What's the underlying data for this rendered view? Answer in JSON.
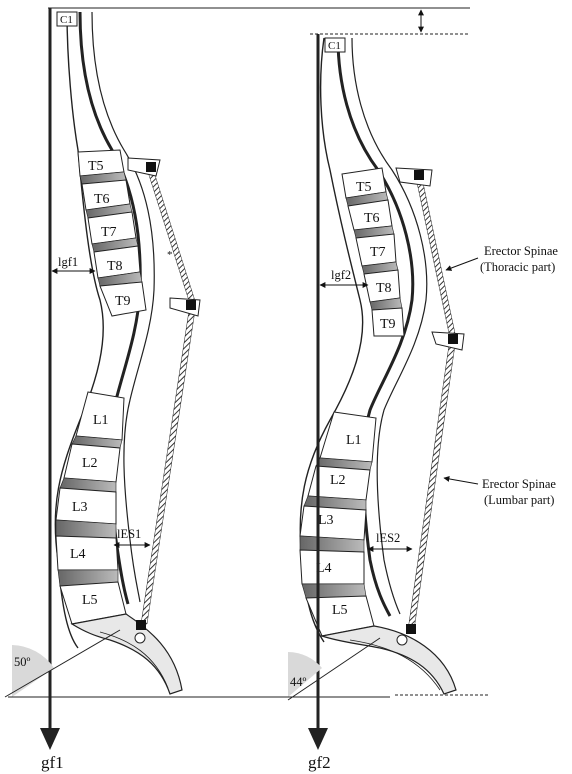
{
  "left_spine": {
    "c1": "C1",
    "thoracic": [
      "T5",
      "T6",
      "T7",
      "T8",
      "T9"
    ],
    "lumbar": [
      "L1",
      "L2",
      "L3",
      "L4",
      "L5"
    ],
    "lever_gravity": "lgf1",
    "lever_erector": "lES1",
    "angle": "50º",
    "gravity_force": "gf1"
  },
  "right_spine": {
    "c1": "C1",
    "thoracic": [
      "T5",
      "T6",
      "T7",
      "T8",
      "T9"
    ],
    "lumbar": [
      "L1",
      "L2",
      "L3",
      "L4",
      "L5"
    ],
    "lever_gravity": "lgf2",
    "lever_erector": "lES2",
    "angle": "44º",
    "gravity_force": "gf2"
  },
  "annotations": {
    "thoracic_line1": "Erector Spinae",
    "thoracic_line2": "(Thoracic part)",
    "lumbar_line1": "Erector Spinae",
    "lumbar_line2": "(Lumbar part)"
  }
}
